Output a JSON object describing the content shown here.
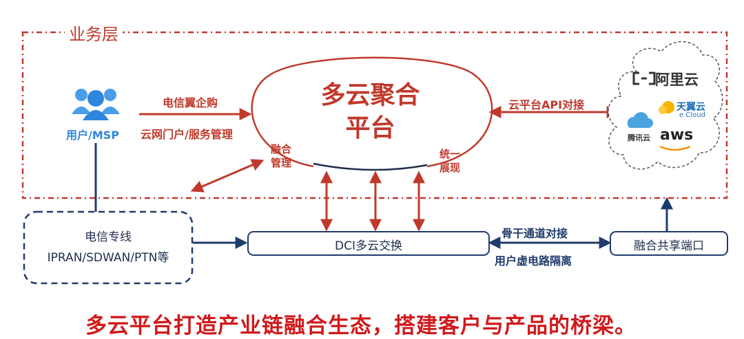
{
  "layer": {
    "title": "业务层"
  },
  "user": {
    "label": "用户/MSP"
  },
  "left_flow": {
    "line1": "电信翼企购",
    "line2": "云网门户/服务管理"
  },
  "core": {
    "title_line1": "多云聚合",
    "title_line2": "平台",
    "left_tag_line1": "融合",
    "left_tag_line2": "管理",
    "right_tag_line1": "统一",
    "right_tag_line2": "展现"
  },
  "api_label": "云平台API对接",
  "clouds": {
    "aliyun": "阿里云",
    "tianyi": "天翼云",
    "tianyi_sub": "e Cloud",
    "tencent": "腾讯云",
    "aws": "aws"
  },
  "line_box": {
    "line1": "电信专线",
    "line2": "IPRAN/SDWAN/PTN等"
  },
  "dci_box": {
    "label": "DCI多云交换"
  },
  "backbone": {
    "line1": "骨干通道对接",
    "line2": "用户虚电路隔离"
  },
  "share_box": {
    "label": "融合共享端口"
  },
  "slogan": "多云平台打造产业链融合生态，搭建客户与产品的桥梁。",
  "colors": {
    "red": "#c0392b",
    "navy": "#1f3b6b",
    "blue": "#2e86de"
  }
}
